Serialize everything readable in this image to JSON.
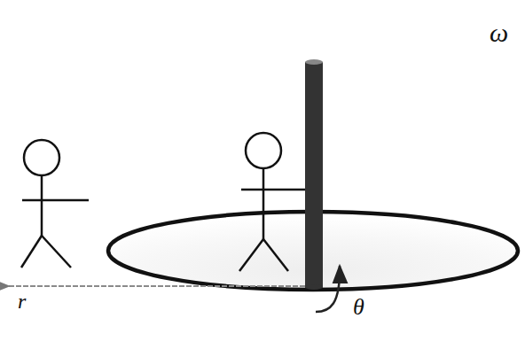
{
  "diagram": {
    "labels": [
      "r",
      "θ",
      "ω"
    ]
  }
}
